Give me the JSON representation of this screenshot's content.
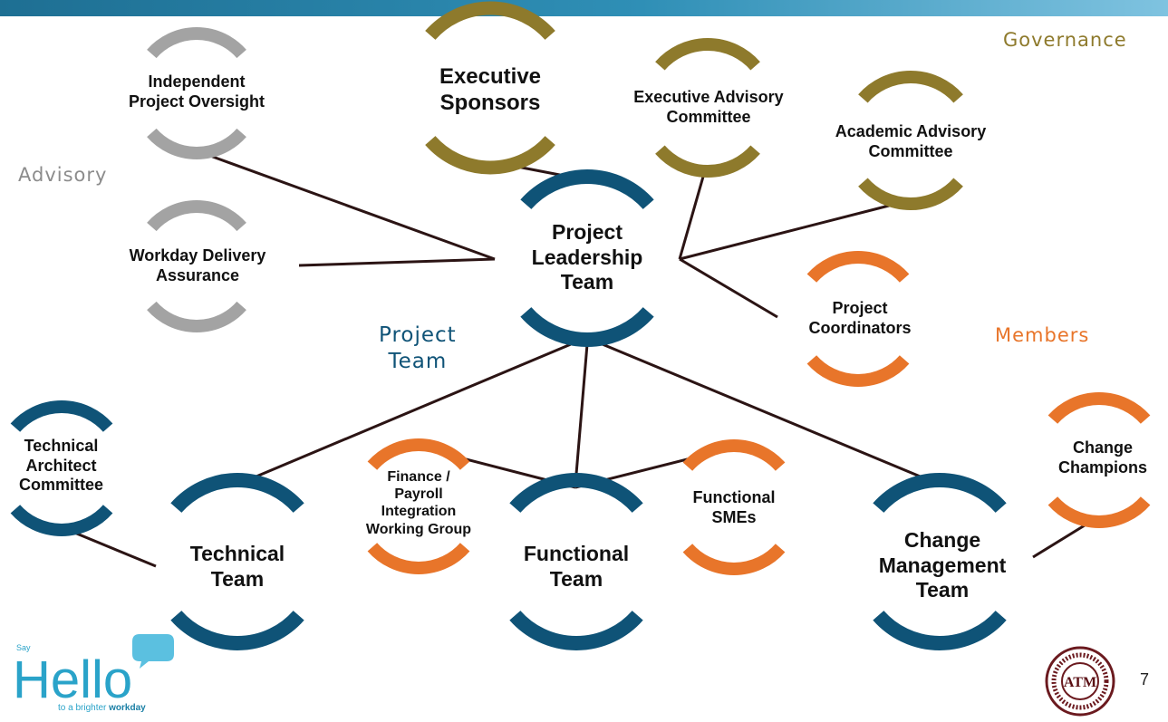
{
  "colors": {
    "gray": "#a3a3a3",
    "gold": "#8e7a2c",
    "blue": "#0f5377",
    "orange": "#e8752a",
    "connector": "#2b1414"
  },
  "sections": {
    "governance": "Governance",
    "advisory": "Advisory",
    "project_team": "Project\nTeam",
    "members": "Members"
  },
  "nodes": {
    "independent_project_oversight": "Independent\nProject Oversight",
    "executive_sponsors": "Executive\nSponsors",
    "executive_advisory_committee": "Executive Advisory\nCommittee",
    "academic_advisory_committee": "Academic Advisory\nCommittee",
    "workday_delivery_assurance": "Workday Delivery\nAssurance",
    "project_leadership_team": "Project\nLeadership\nTeam",
    "project_coordinators": "Project\nCoordinators",
    "technical_architect_committee": "Technical\nArchitect\nCommittee",
    "finance_payroll_integration": "Finance /\nPayroll\nIntegration\nWorking Group",
    "functional_smes": "Functional\nSMEs",
    "change_champions": "Change\nChampions",
    "technical_team": "Technical\nTeam",
    "functional_team": "Functional\nTeam",
    "change_management_team": "Change\nManagement\nTeam"
  },
  "logo": {
    "say": "Say",
    "hello": "Hello",
    "tagline_prefix": "to a brighter ",
    "tagline_brand": "workday"
  },
  "seal_text": "ATM",
  "page_number": "7"
}
